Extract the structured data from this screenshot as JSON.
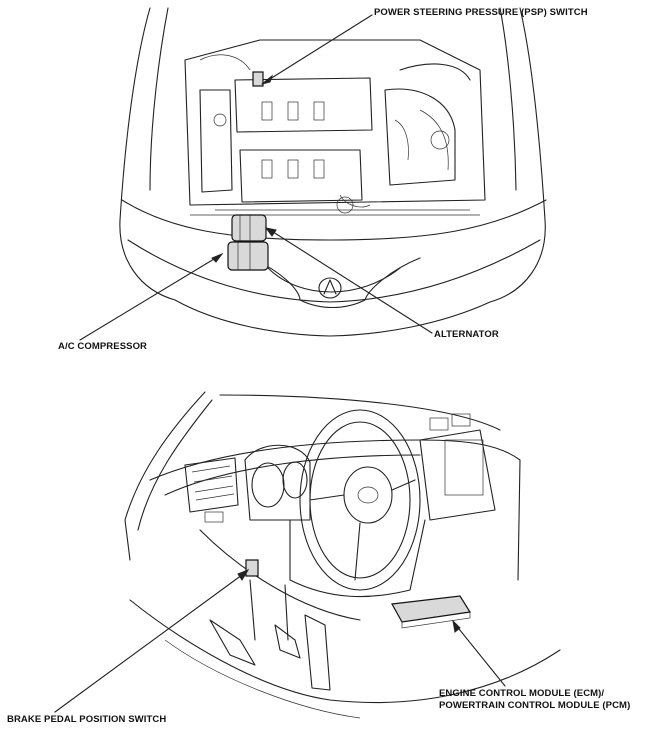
{
  "labels": {
    "psp_switch": "POWER STEERING PRESSURE (PSP) SWITCH",
    "ac_compressor": "A/C COMPRESSOR",
    "alternator": "ALTERNATOR",
    "ecm_line1": "ENGINE CONTROL MODULE (ECM)/",
    "ecm_line2": "POWERTRAIN CONTROL MODULE (PCM)",
    "brake_switch": "BRAKE PEDAL POSITION SWITCH"
  }
}
